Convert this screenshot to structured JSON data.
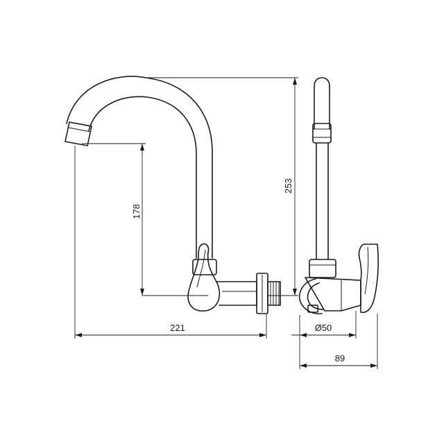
{
  "dimensions": {
    "spout_height": "178",
    "total_height": "253",
    "reach": "221",
    "flange_diameter": "Ø50",
    "depth": "89"
  }
}
